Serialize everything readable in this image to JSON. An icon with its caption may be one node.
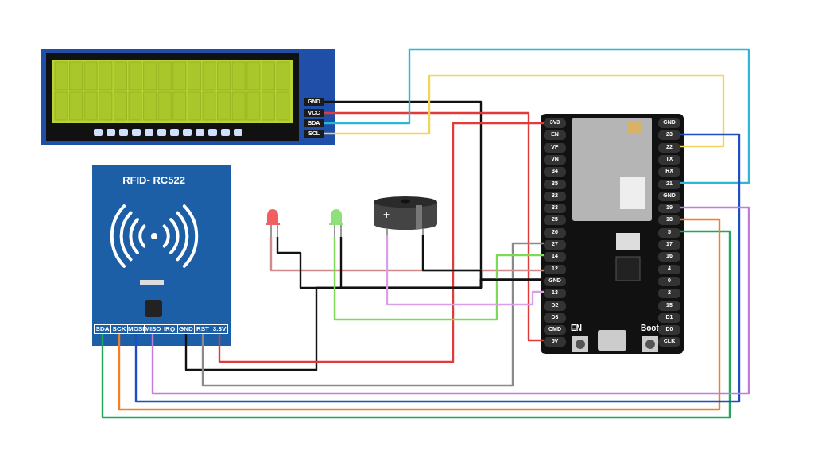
{
  "diagram": {
    "nodes": [
      {
        "text": [],
        "shape": "picture"
      },
      {
        "text": [
          "GND"
        ],
        "in": 0
      },
      {
        "text": [
          "VCC"
        ],
        "in": 0
      },
      {
        "text": [
          "SDA"
        ],
        "in": 0
      },
      {
        "text": [
          "SCL"
        ],
        "in": 0
      },
      {
        "text": [
          "RFID- RC522"
        ]
      },
      {
        "text": [
          "SDA"
        ],
        "in": 5
      },
      {
        "text": [
          "SCK"
        ],
        "in": 5
      },
      {
        "text": [
          "MOSI"
        ],
        "in": 5
      },
      {
        "text": [
          "MISO"
        ],
        "in": 5
      },
      {
        "text": [
          "IRQ"
        ],
        "in": 5
      },
      {
        "text": [
          "GND"
        ],
        "in": 5
      },
      {
        "text": [
          "RST"
        ],
        "in": 5
      },
      {
        "text": [
          "3.3V"
        ],
        "in": 5
      },
      {
        "text": [],
        "shape": "picture"
      },
      {
        "text": [],
        "shape": "picture"
      },
      {
        "text": [
          "+"
        ]
      },
      {
        "text": [],
        "shape": "picture"
      },
      {
        "text": [
          "3V3"
        ],
        "in": 17
      },
      {
        "text": [
          "EN"
        ],
        "in": 17
      },
      {
        "text": [
          "VP"
        ],
        "in": 17
      },
      {
        "text": [
          "VN"
        ],
        "in": 17
      },
      {
        "text": [
          "34"
        ],
        "in": 17
      },
      {
        "text": [
          "35"
        ],
        "in": 17
      },
      {
        "text": [
          "32"
        ],
        "in": 17
      },
      {
        "text": [
          "33"
        ],
        "in": 17
      },
      {
        "text": [
          "25"
        ],
        "in": 17
      },
      {
        "text": [
          "26"
        ],
        "in": 17
      },
      {
        "text": [
          "27"
        ],
        "in": 17
      },
      {
        "text": [
          "14"
        ],
        "in": 17
      },
      {
        "text": [
          "12"
        ],
        "in": 17
      },
      {
        "text": [
          "GND"
        ],
        "in": 17
      },
      {
        "text": [
          "13"
        ],
        "in": 17
      },
      {
        "text": [
          "D2"
        ],
        "in": 17
      },
      {
        "text": [
          "D3"
        ],
        "in": 17
      },
      {
        "text": [
          "CMD"
        ],
        "in": 17
      },
      {
        "text": [
          "5V"
        ],
        "in": 17
      },
      {
        "text": [
          "GND"
        ],
        "in": 17
      },
      {
        "text": [
          "23"
        ],
        "in": 17
      },
      {
        "text": [
          "22"
        ],
        "in": 17
      },
      {
        "text": [
          "TX"
        ],
        "in": 17
      },
      {
        "text": [
          "RX"
        ],
        "in": 17
      },
      {
        "text": [
          "21"
        ],
        "in": 17
      },
      {
        "text": [
          "GND"
        ],
        "in": 17
      },
      {
        "text": [
          "19"
        ],
        "in": 17
      },
      {
        "text": [
          "18"
        ],
        "in": 17
      },
      {
        "text": [
          "5"
        ],
        "in": 17
      },
      {
        "text": [
          "17"
        ],
        "in": 17
      },
      {
        "text": [
          "16"
        ],
        "in": 17
      },
      {
        "text": [
          "4"
        ],
        "in": 17
      },
      {
        "text": [
          "0"
        ],
        "in": 17
      },
      {
        "text": [
          "2"
        ],
        "in": 17
      },
      {
        "text": [
          "15"
        ],
        "in": 17
      },
      {
        "text": [
          "D1"
        ],
        "in": 17
      },
      {
        "text": [
          "D0"
        ],
        "in": 17
      },
      {
        "text": [
          "CLK"
        ],
        "in": 17
      }
    ],
    "edges": [
      {
        "from": 1,
        "to": 31,
        "arrow": "none",
        "color": "#111111"
      },
      {
        "from": 2,
        "to": 36,
        "arrow": "none",
        "color": "#e03a3a"
      },
      {
        "from": 3,
        "to": 42,
        "arrow": "none",
        "color": "#2bb8d8"
      },
      {
        "from": 4,
        "to": 39,
        "arrow": "none",
        "color": "#f2d45c"
      },
      {
        "from": 6,
        "to": 46,
        "arrow": "none",
        "color": "#1fa85a"
      },
      {
        "from": 7,
        "to": 45,
        "arrow": "none",
        "color": "#f07f2a"
      },
      {
        "from": 8,
        "to": 38,
        "arrow": "none",
        "color": "#1f4fbf"
      },
      {
        "from": 9,
        "to": 44,
        "arrow": "none",
        "color": "#c47be0"
      },
      {
        "from": 11,
        "to": 31,
        "arrow": "none",
        "color": "#111111"
      },
      {
        "from": 12,
        "to": 28,
        "arrow": "none",
        "color": "#8a8a8a"
      },
      {
        "from": 13,
        "to": 18,
        "arrow": "none",
        "color": "#e03a3a"
      },
      {
        "from": 14,
        "to": 30,
        "arrow": "none",
        "color": "#d08a8a"
      },
      {
        "from": 14,
        "to": 31,
        "arrow": "none",
        "color": "#111111"
      },
      {
        "from": 15,
        "to": 29,
        "arrow": "none",
        "color": "#7ed957"
      },
      {
        "from": 15,
        "to": 31,
        "arrow": "none",
        "color": "#111111"
      },
      {
        "from": 16,
        "to": 32,
        "arrow": "none",
        "color": "#d9a0e8"
      },
      {
        "from": 16,
        "to": 31,
        "arrow": "none",
        "color": "#111111"
      }
    ],
    "labels": [
      "EN",
      "Boot"
    ]
  }
}
